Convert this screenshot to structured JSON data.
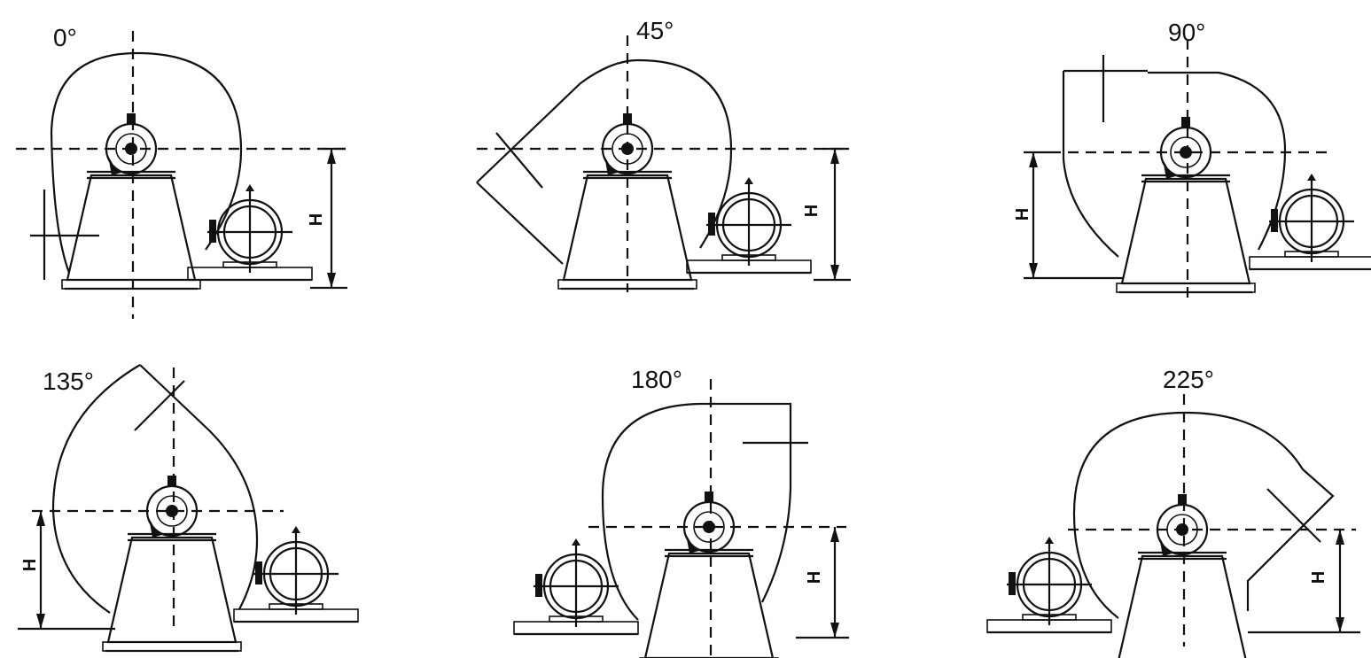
{
  "diagrams": [
    {
      "angle": "0°",
      "dim": "H"
    },
    {
      "angle": "45°",
      "dim": "H"
    },
    {
      "angle": "90°",
      "dim": "H"
    },
    {
      "angle": "135°",
      "dim": "H"
    },
    {
      "angle": "180°",
      "dim": "H"
    },
    {
      "angle": "225°",
      "dim": "H"
    }
  ],
  "colors": {
    "line": "#111111",
    "background": "#ffffff"
  }
}
